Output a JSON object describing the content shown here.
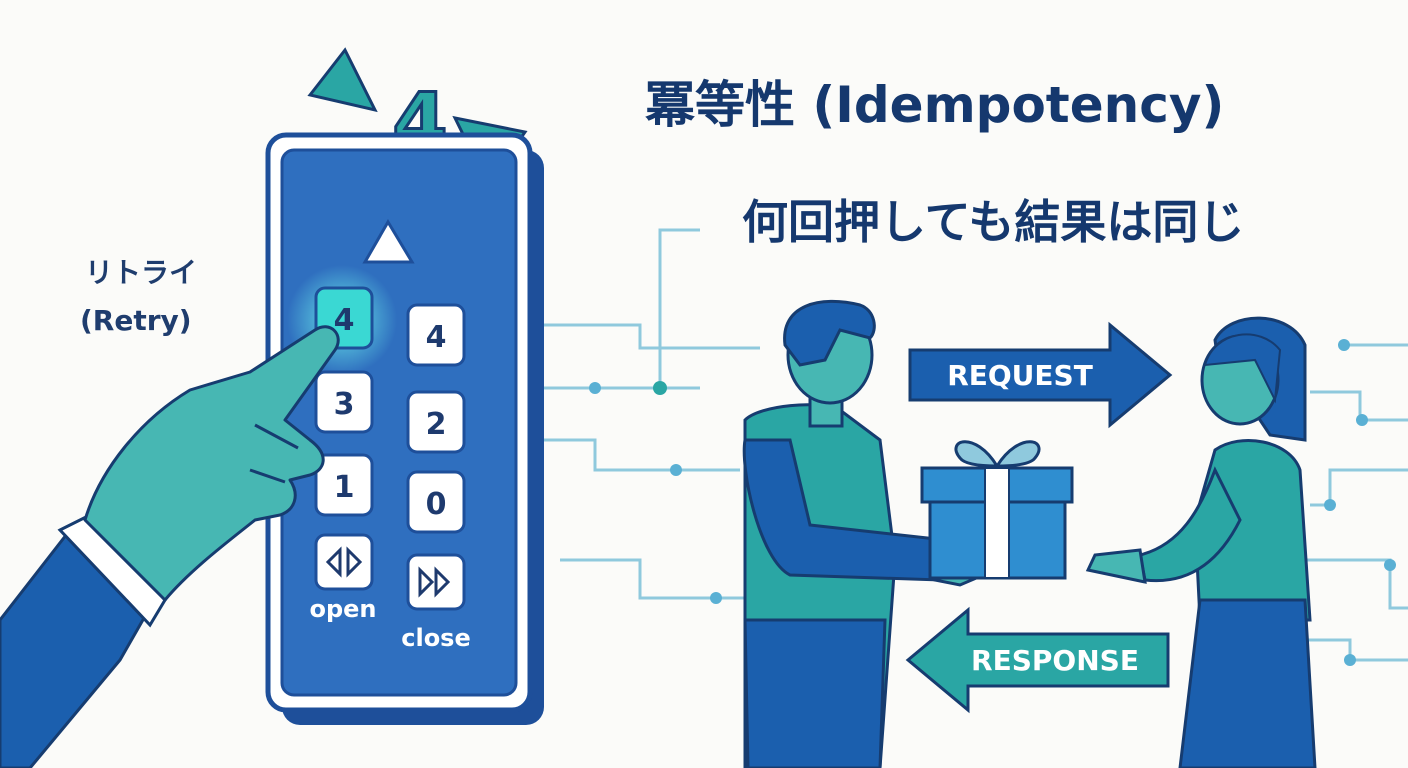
{
  "title": "冪等性 (Idempotency)",
  "subtitle": "何回押しても結果は同じ",
  "retry": {
    "line1": "リトライ",
    "line2": "(Retry)"
  },
  "indicator": {
    "floor": "4"
  },
  "keypad": {
    "keys": [
      "4",
      "4",
      "3",
      "2",
      "1",
      "0"
    ],
    "open_label": "open",
    "close_label": "close"
  },
  "flow": {
    "request_label": "REQUEST",
    "response_label": "RESPONSE"
  },
  "colors": {
    "navy": "#15386e",
    "blue": "#2f6fbf",
    "teal": "#2aa6a4",
    "light_line": "#8fc9dd"
  }
}
